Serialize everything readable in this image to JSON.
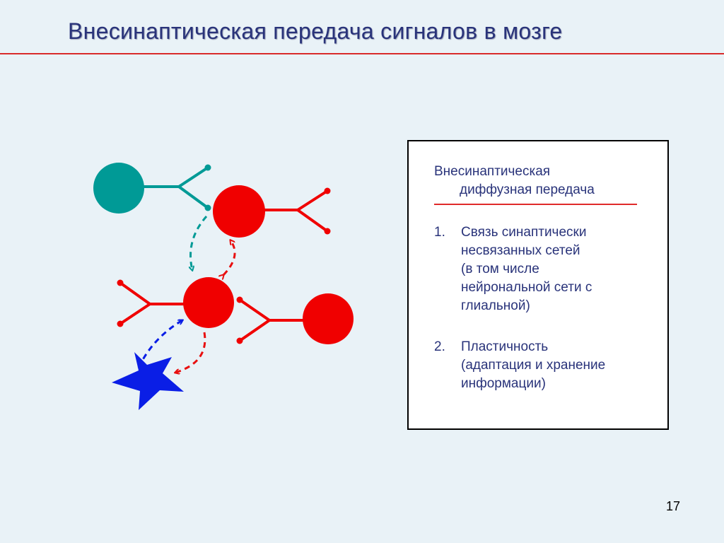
{
  "slide": {
    "title": "Внесинаптическая передача сигналов в мозге",
    "page_number": "17"
  },
  "info_box": {
    "heading_line1": "Внесинаптическая",
    "heading_line2": "диффузная передача",
    "items": [
      {
        "number": "1.",
        "lines": [
          "Связь синаптически",
          "несвязанных сетей",
          "(в том числе",
          "нейрональной сети с",
          "глиальной)"
        ]
      },
      {
        "number": "2.",
        "lines": [
          "Пластичность",
          "(адаптация и хранение",
          "информации)"
        ]
      }
    ]
  },
  "colors": {
    "teal_neuron": "#009a96",
    "red_neuron": "#f00000",
    "glial_cell": "#0a1ee6",
    "title_text": "#29337a",
    "rule": "#d92b2b"
  }
}
